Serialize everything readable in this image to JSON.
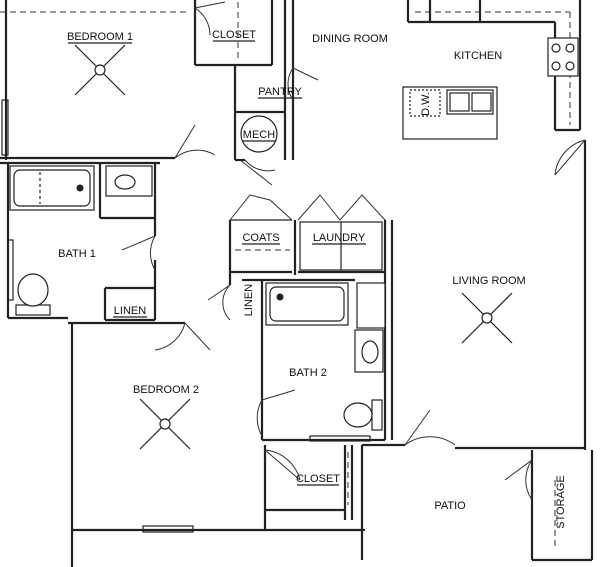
{
  "rooms": {
    "bedroom1": "BEDROOM 1",
    "closet1": "CLOSET",
    "dining_room": "DINING ROOM",
    "kitchen": "KITCHEN",
    "pantry": "PANTRY",
    "mech": "MECH",
    "bath1": "BATH 1",
    "linen1": "LINEN",
    "coats": "COATS",
    "laundry": "LAUNDRY",
    "linen2": "LINEN",
    "living_room": "LIVING ROOM",
    "bath2": "BATH 2",
    "bedroom2": "BEDROOM 2",
    "closet2": "CLOSET",
    "patio": "PATIO",
    "storage": "STORAGE"
  },
  "fixtures": {
    "dishwasher": "D.W."
  },
  "icons": [
    "ceiling-fan-icon",
    "sink-icon",
    "toilet-icon",
    "tub-icon",
    "range-icon",
    "door-swing-icon"
  ]
}
